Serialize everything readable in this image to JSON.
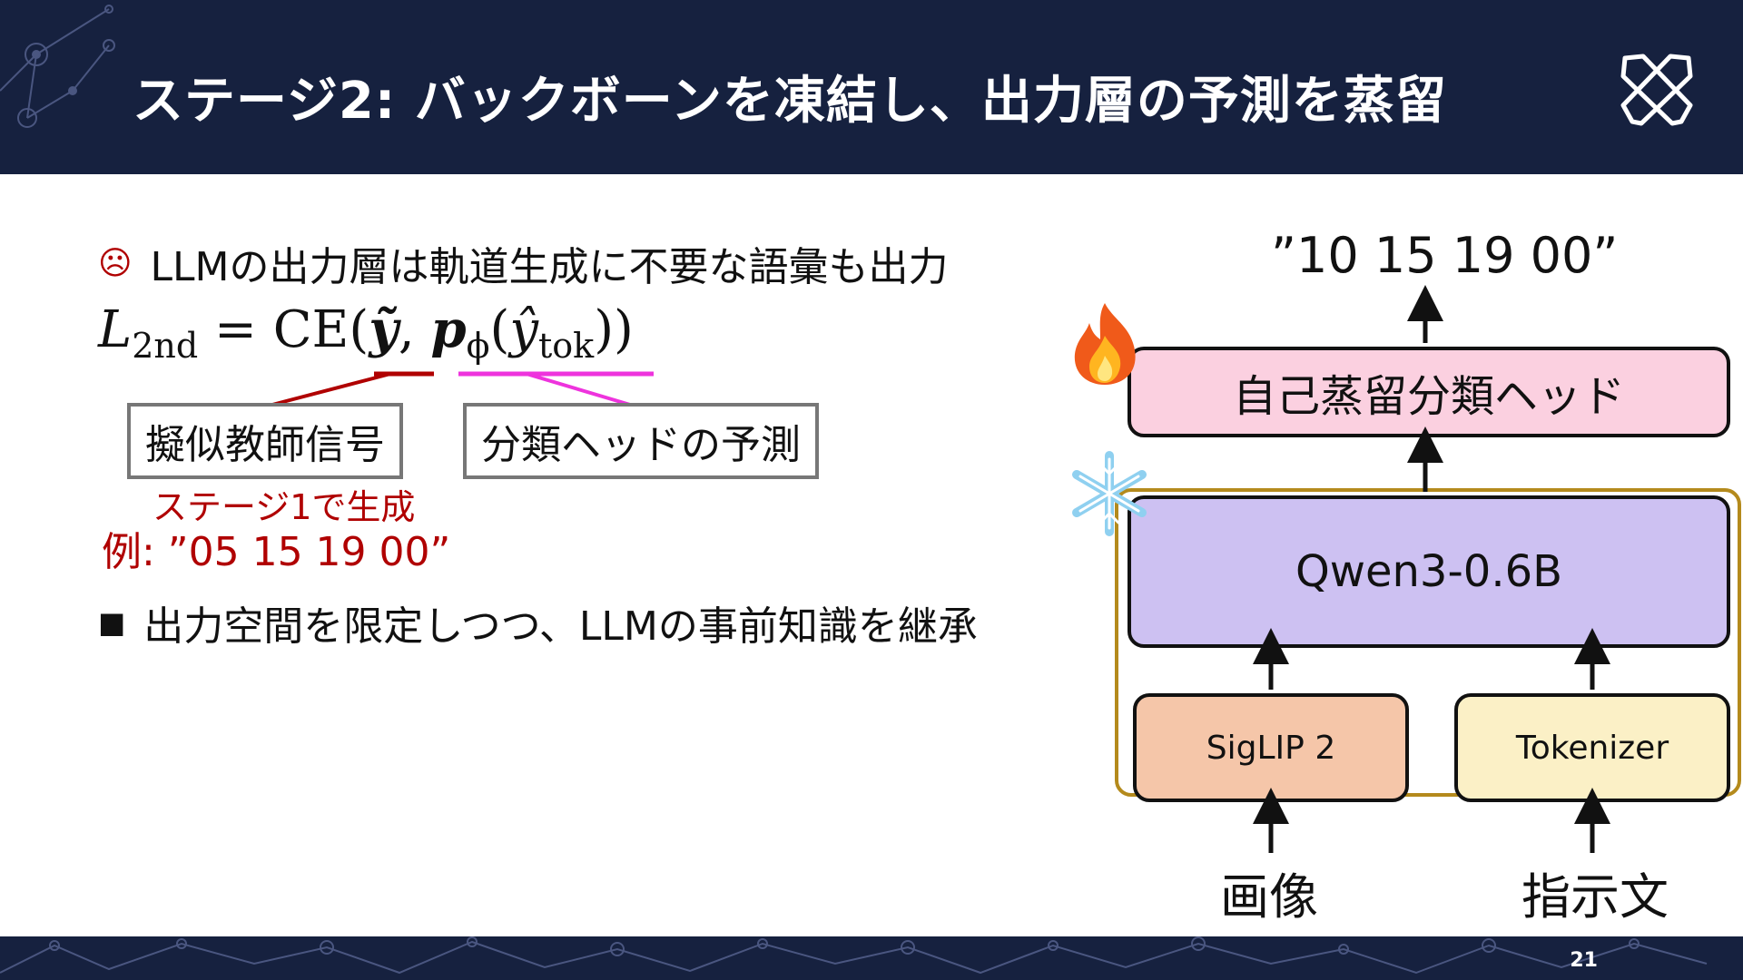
{
  "header": {
    "title": "ステージ2: バックボーンを凍結し、出力層の予測を蒸留"
  },
  "bullets": [
    {
      "icon": "☹",
      "text": "LLMの出力層は軌道生成に不要な語彙も出力"
    },
    {
      "icon": "■",
      "text": "出力空間を限定しつつ、LLMの事前知識を継承"
    }
  ],
  "formula": {
    "lhs": "L",
    "lhs_sub": "2nd",
    "equals": " = CE(",
    "y_tilde": "ỹ",
    "comma": ", ",
    "p": "p",
    "p_sub": "ϕ",
    "open": "(",
    "y_hat": "ŷ",
    "y_hat_sub": "tok",
    "close": "))"
  },
  "labels": {
    "pseudo_teacher": "擬似教師信号",
    "head_prediction": "分類ヘッドの予測",
    "stage1_note": "ステージ1で生成",
    "example": "例: ”05 15 19 00”"
  },
  "diagram": {
    "output": "”10 15 19 00”",
    "head": "自己蒸留分類ヘッド",
    "backbone": "Qwen3-0.6B",
    "vision_encoder": "SigLIP 2",
    "tokenizer": "Tokenizer",
    "input_image": "画像",
    "input_text": "指示文",
    "colors": {
      "head_fill": "#fbd0e0",
      "backbone_fill": "#cdc1f2",
      "vision_fill": "#f5c6a9",
      "tokenizer_fill": "#fbf0c6",
      "frozen_frame": "#b48a1c"
    }
  },
  "footer": {
    "page_number": "21"
  },
  "colors": {
    "header_bg": "#16213f",
    "accent_red": "#b00000",
    "underline_red": "#b00000",
    "underline_magenta": "#ee33dd"
  }
}
